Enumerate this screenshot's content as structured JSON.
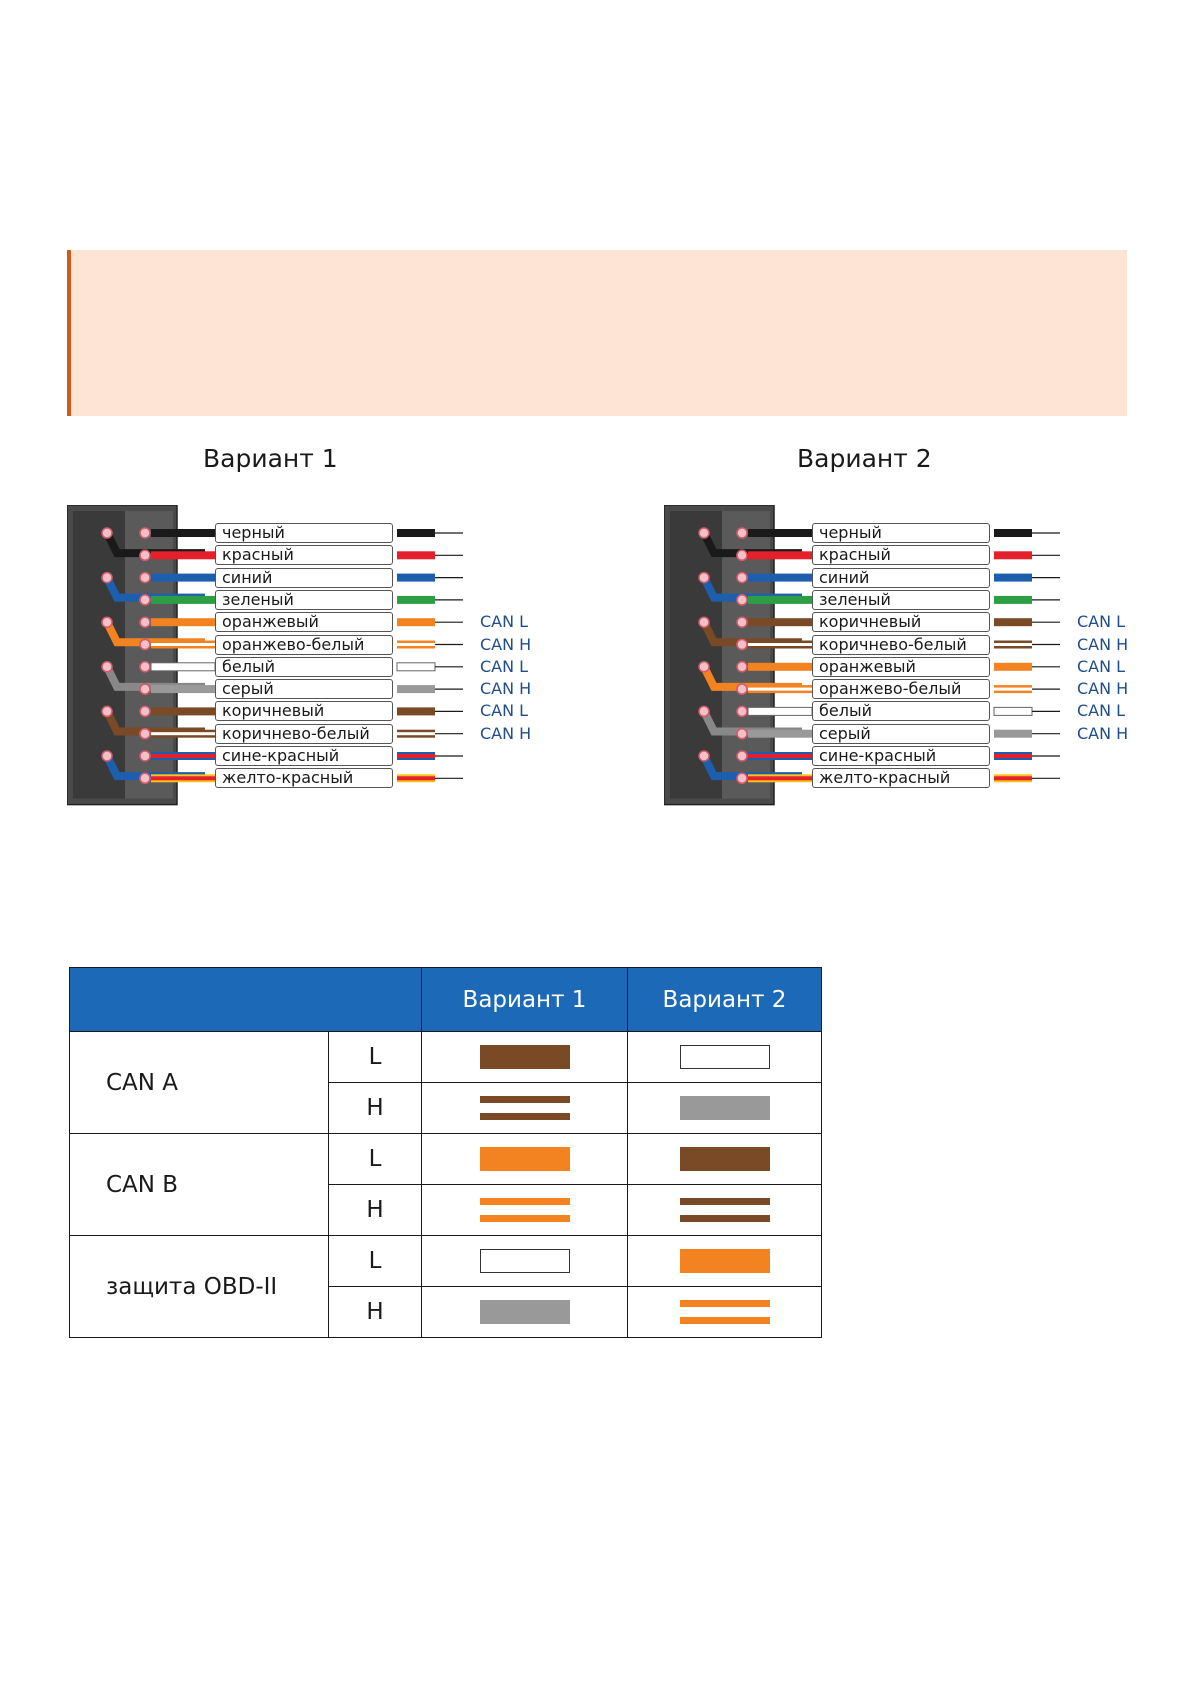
{
  "variants": [
    {
      "title": "Вариант 1",
      "wires": [
        {
          "label": "черный",
          "can": "",
          "color": "#1a1a1a",
          "style": "solid"
        },
        {
          "label": "красный",
          "can": "",
          "color": "#e4202a",
          "style": "solid"
        },
        {
          "label": "синий",
          "can": "",
          "color": "#1d5fae",
          "style": "solid"
        },
        {
          "label": "зеленый",
          "can": "",
          "color": "#2e9e45",
          "style": "solid"
        },
        {
          "label": "оранжевый",
          "can": "CAN L",
          "color": "#f38221",
          "style": "solid"
        },
        {
          "label": "оранжево-белый",
          "can": "CAN H",
          "color": "#f38221",
          "style": "striped"
        },
        {
          "label": "белый",
          "can": "CAN L",
          "color": "#ffffff",
          "style": "solid"
        },
        {
          "label": "серый",
          "can": "CAN H",
          "color": "#999999",
          "style": "solid"
        },
        {
          "label": "коричневый",
          "can": "CAN L",
          "color": "#7a4a26",
          "style": "solid"
        },
        {
          "label": "коричнево-белый",
          "can": "CAN H",
          "color": "#7a4a26",
          "style": "striped"
        },
        {
          "label": "сине-красный",
          "can": "",
          "color": "#1d5fae",
          "color2": "#e4202a",
          "style": "twotone"
        },
        {
          "label": "желто-красный",
          "can": "",
          "color": "#f7c21c",
          "color2": "#e4202a",
          "style": "twotone"
        }
      ]
    },
    {
      "title": "Вариант 2",
      "wires": [
        {
          "label": "черный",
          "can": "",
          "color": "#1a1a1a",
          "style": "solid"
        },
        {
          "label": "красный",
          "can": "",
          "color": "#e4202a",
          "style": "solid"
        },
        {
          "label": "синий",
          "can": "",
          "color": "#1d5fae",
          "style": "solid"
        },
        {
          "label": "зеленый",
          "can": "",
          "color": "#2e9e45",
          "style": "solid"
        },
        {
          "label": "коричневый",
          "can": "CAN L",
          "color": "#7a4a26",
          "style": "solid"
        },
        {
          "label": "коричнево-белый",
          "can": "CAN H",
          "color": "#7a4a26",
          "style": "striped"
        },
        {
          "label": "оранжевый",
          "can": "CAN L",
          "color": "#f38221",
          "style": "solid"
        },
        {
          "label": "оранжево-белый",
          "can": "CAN H",
          "color": "#f38221",
          "style": "striped"
        },
        {
          "label": "белый",
          "can": "CAN L",
          "color": "#ffffff",
          "style": "solid"
        },
        {
          "label": "серый",
          "can": "CAN H",
          "color": "#999999",
          "style": "solid"
        },
        {
          "label": "сине-красный",
          "can": "",
          "color": "#1d5fae",
          "color2": "#e4202a",
          "style": "twotone"
        },
        {
          "label": "желто-красный",
          "can": "",
          "color": "#f7c21c",
          "color2": "#e4202a",
          "style": "twotone"
        }
      ]
    }
  ],
  "table": {
    "headers": [
      "",
      "Вариант 1",
      "Вариант 2"
    ],
    "groups": [
      {
        "name": "CAN A",
        "rows": [
          {
            "lh": "L",
            "v1": {
              "color": "#7a4a26",
              "style": "solid"
            },
            "v2": {
              "color": "#ffffff",
              "style": "solid"
            }
          },
          {
            "lh": "H",
            "v1": {
              "color": "#7a4a26",
              "style": "striped"
            },
            "v2": {
              "color": "#999999",
              "style": "solid"
            }
          }
        ]
      },
      {
        "name": "CAN B",
        "rows": [
          {
            "lh": "L",
            "v1": {
              "color": "#f38221",
              "style": "solid"
            },
            "v2": {
              "color": "#7a4a26",
              "style": "solid"
            }
          },
          {
            "lh": "H",
            "v1": {
              "color": "#f38221",
              "style": "striped"
            },
            "v2": {
              "color": "#7a4a26",
              "style": "striped"
            }
          }
        ]
      },
      {
        "name": "защита OBD-II",
        "rows": [
          {
            "lh": "L",
            "v1": {
              "color": "#ffffff",
              "style": "solid"
            },
            "v2": {
              "color": "#f38221",
              "style": "solid"
            }
          },
          {
            "lh": "H",
            "v1": {
              "color": "#999999",
              "style": "solid"
            },
            "v2": {
              "color": "#f38221",
              "style": "striped"
            }
          }
        ]
      }
    ]
  },
  "colors": {
    "note_bg": "#fde4d4",
    "note_border": "#d25a1e",
    "table_header": "#1c6ab7",
    "can_text": "#1f4e8c"
  }
}
